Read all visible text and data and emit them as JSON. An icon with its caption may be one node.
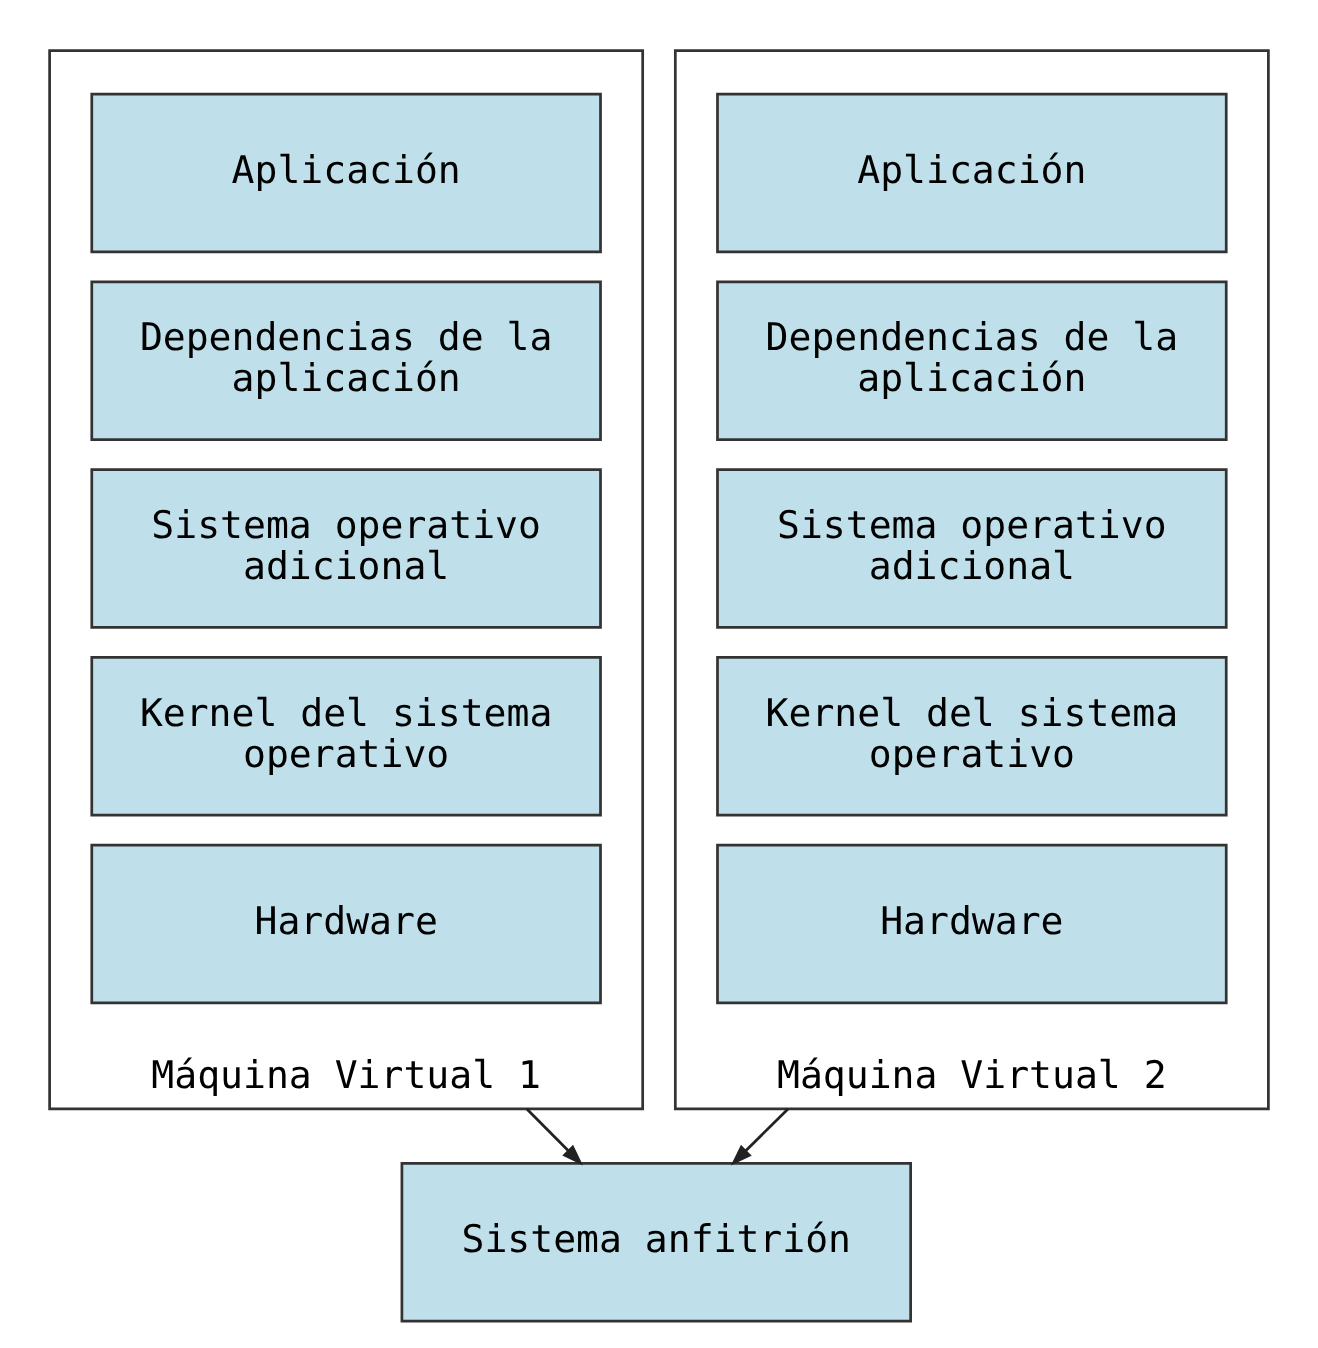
{
  "diagram": {
    "nodes": [
      {
        "text": [
          "Máquina Virtual 1"
        ]
      },
      {
        "text": [
          "Aplicación"
        ],
        "in": 0
      },
      {
        "text": [
          "Dependencias de la aplicación"
        ],
        "in": 0
      },
      {
        "text": [
          "Sistema operativo adicional"
        ],
        "in": 0
      },
      {
        "text": [
          "Kernel del sistema operativo"
        ],
        "in": 0
      },
      {
        "text": [
          "Hardware"
        ],
        "in": 0
      },
      {
        "text": [
          "Máquina Virtual 2"
        ]
      },
      {
        "text": [
          "Aplicación"
        ],
        "in": 6
      },
      {
        "text": [
          "Dependencias de la aplicación"
        ],
        "in": 6
      },
      {
        "text": [
          "Sistema operativo adicional"
        ],
        "in": 6
      },
      {
        "text": [
          "Kernel del sistema operativo"
        ],
        "in": 6
      },
      {
        "text": [
          "Hardware"
        ],
        "in": 6
      },
      {
        "text": [
          "Sistema anfitrión"
        ]
      }
    ],
    "edges": [
      {
        "from": 0,
        "to": 12,
        "arrow": "to"
      },
      {
        "from": 6,
        "to": 12,
        "arrow": "to"
      }
    ]
  }
}
